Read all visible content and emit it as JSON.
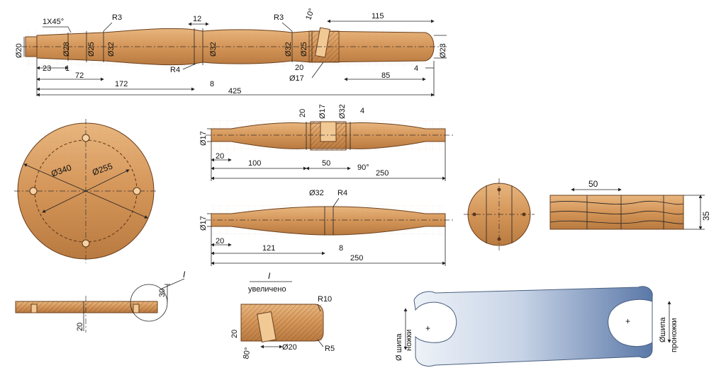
{
  "leg": {
    "chamfer": "1X45°",
    "r3_left": "R3",
    "dim12": "12",
    "r3_right": "R3",
    "angle10": "10°",
    "len115": "115",
    "d20": "Ø20",
    "d28": "Ø28",
    "d25a": "Ø25",
    "d32a": "Ø32",
    "d32b": "Ø32",
    "d32c": "Ø32",
    "d25b": "Ø25",
    "d23": "Ø23",
    "len23": "23",
    "len1": "1",
    "len72": "72",
    "r4": "R4",
    "len20": "20",
    "d17": "Ø17",
    "len85": "85",
    "len4": "4",
    "len172": "172",
    "len8": "8",
    "len425": "425"
  },
  "seat": {
    "d340": "Ø340",
    "d255": "Ø255"
  },
  "rung_a": {
    "d17": "Ø17",
    "h20": "20",
    "d17_top": "Ø17",
    "d32": "Ø32",
    "len4": "4",
    "len20": "20",
    "len100": "100",
    "len50": "50",
    "angle90": "90°",
    "len250": "250"
  },
  "rung_b": {
    "d32": "Ø32",
    "r4": "R4",
    "d17": "Ø17",
    "len20": "20",
    "len121": "121",
    "len8": "8",
    "len250": "250"
  },
  "block": {
    "len50": "50",
    "h35": "35"
  },
  "section": {
    "mark": "I",
    "h20": "20",
    "h30": "30"
  },
  "detail": {
    "mark": "I",
    "caption": "увеличено",
    "r10": "R10",
    "h20": "20",
    "angle80": "80°",
    "d20": "Ø20",
    "r5": "R5"
  },
  "template": {
    "left_label_1": "Ø шипа",
    "left_label_2": "ножки",
    "right_label_1": "Øшипа",
    "right_label_2": "проножки"
  },
  "colors": {
    "wood": "#d9a066",
    "template_left": "#e6ecf5",
    "template_right": "#5f7fb0"
  }
}
